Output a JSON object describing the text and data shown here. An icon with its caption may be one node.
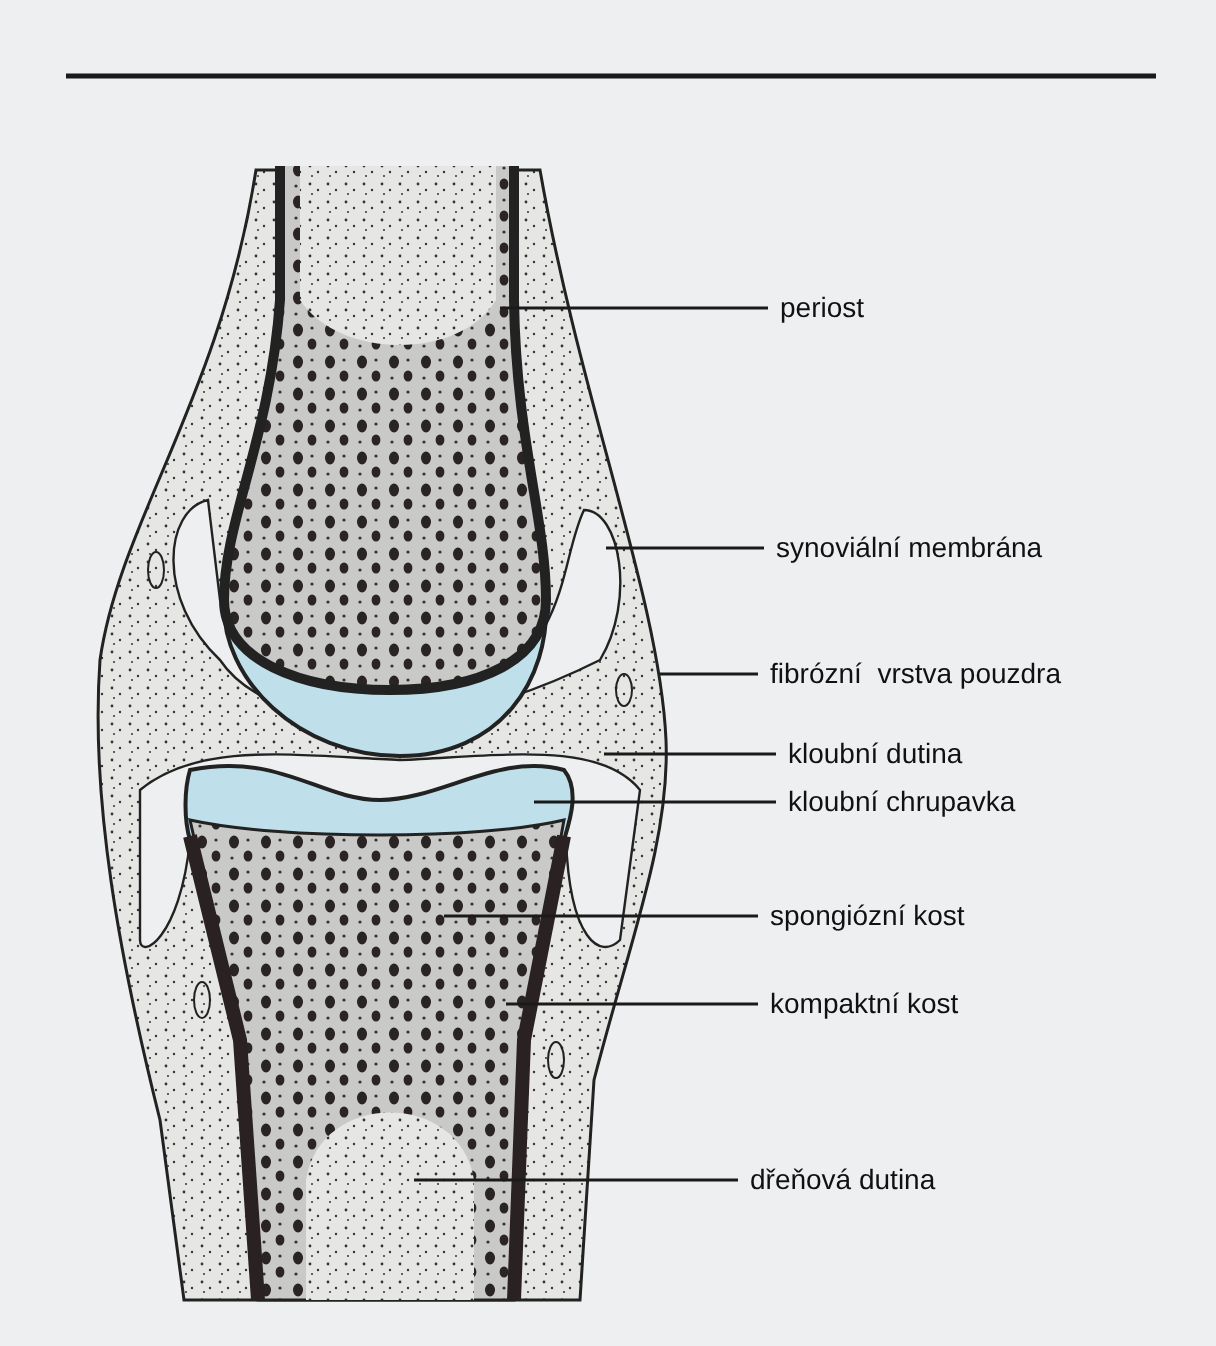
{
  "diagram": {
    "nodes": [
      {
        "text": [
          "periost"
        ]
      },
      {
        "text": [
          "synoviální membrána"
        ]
      },
      {
        "text": [
          "fibrózní  vrstva pouzdra"
        ]
      },
      {
        "text": [
          "kloubní dutina"
        ]
      },
      {
        "text": [
          "kloubní chrupavka"
        ]
      },
      {
        "text": [
          "spongiózní kost"
        ]
      },
      {
        "text": [
          "kompaktní kost"
        ]
      },
      {
        "text": [
          "dřeňová dutina"
        ]
      }
    ],
    "edges": [
      {
        "from": 0,
        "to": null,
        "arrow": "none"
      },
      {
        "from": 1,
        "to": null,
        "arrow": "none"
      },
      {
        "from": 2,
        "to": null,
        "arrow": "none"
      },
      {
        "from": 3,
        "to": null,
        "arrow": "none"
      },
      {
        "from": 4,
        "to": null,
        "arrow": "none"
      },
      {
        "from": 5,
        "to": null,
        "arrow": "none"
      },
      {
        "from": 6,
        "to": null,
        "arrow": "none"
      },
      {
        "from": 7,
        "to": null,
        "arrow": "none"
      }
    ]
  }
}
